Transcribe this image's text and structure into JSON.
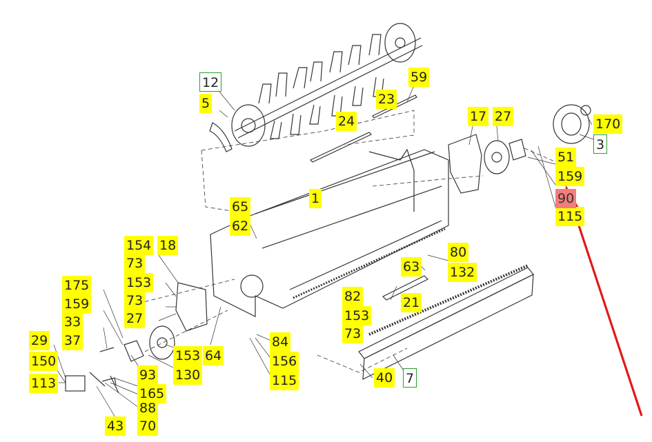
{
  "callouts": {
    "c1": "1",
    "c3": "3",
    "c5": "5",
    "c7": "7",
    "c12": "12",
    "c17": "17",
    "c18": "18",
    "c21": "21",
    "c23": "23",
    "c24": "24",
    "c27a": "27",
    "c27b": "27",
    "c29": "29",
    "c33": "33",
    "c37": "37",
    "c40": "40",
    "c43": "43",
    "c51": "51",
    "c59": "59",
    "c62": "62",
    "c63": "63",
    "c64": "64",
    "c65": "65",
    "c70": "70",
    "c73a": "73",
    "c73b": "73",
    "c73c": "73",
    "c80": "80",
    "c82": "82",
    "c84": "84",
    "c88": "88",
    "c90": "90",
    "c93": "93",
    "c113": "113",
    "c115a": "115",
    "c115b": "115",
    "c130": "130",
    "c132": "132",
    "c150": "150",
    "c153a": "153",
    "c153b": "153",
    "c153c": "153",
    "c154": "154",
    "c156": "156",
    "c159a": "159",
    "c159b": "159",
    "c165": "165",
    "c170": "170",
    "c175": "175"
  },
  "colors": {
    "label_fill": "#ffff00",
    "boxed_border": "#2c9c2c",
    "highlight_fill": "#f47c7c",
    "pointer_arrow": "#e01818",
    "linework": "#333333"
  }
}
